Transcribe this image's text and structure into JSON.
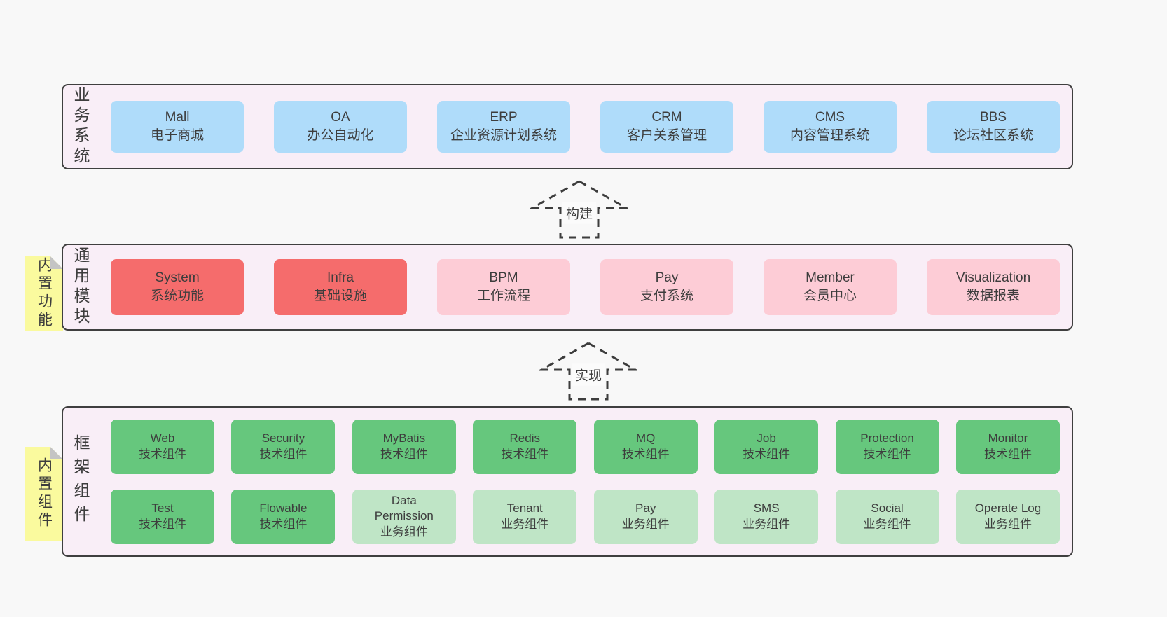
{
  "colors": {
    "page_bg": "#f8f8f8",
    "band_bg": "#f9eef7",
    "band_border": "#3f3f3f",
    "blue_box": "#afdcfa",
    "red_box": "#f56c6c",
    "pink_box": "#fdccd6",
    "green_dark_box": "#66c77d",
    "green_light_box": "#bfe5c6",
    "sticky_yellow": "#fafa9e",
    "sticky_fold": "#c4c4c4",
    "text": "#3d3d3d"
  },
  "band_business": {
    "label": "业务系统",
    "boxes": [
      {
        "title": "Mall",
        "subtitle": "电子商城"
      },
      {
        "title": "OA",
        "subtitle": "办公自动化"
      },
      {
        "title": "ERP",
        "subtitle": "企业资源计划系统"
      },
      {
        "title": "CRM",
        "subtitle": "客户关系管理"
      },
      {
        "title": "CMS",
        "subtitle": "内容管理系统"
      },
      {
        "title": "BBS",
        "subtitle": "论坛社区系统"
      }
    ]
  },
  "arrow_build": {
    "label": "构建"
  },
  "band_modules": {
    "label": "通用模块",
    "sticky": "内置功能",
    "boxes": [
      {
        "title": "System",
        "subtitle": "系统功能"
      },
      {
        "title": "Infra",
        "subtitle": "基础设施"
      },
      {
        "title": "BPM",
        "subtitle": "工作流程"
      },
      {
        "title": "Pay",
        "subtitle": "支付系统"
      },
      {
        "title": "Member",
        "subtitle": "会员中心"
      },
      {
        "title": "Visualization",
        "subtitle": "数据报表"
      }
    ]
  },
  "arrow_implement": {
    "label": "实现"
  },
  "band_framework": {
    "label": "框架组件",
    "sticky": "内置组件",
    "row1": [
      {
        "title": "Web",
        "subtitle": "技术组件"
      },
      {
        "title": "Security",
        "subtitle": "技术组件"
      },
      {
        "title": "MyBatis",
        "subtitle": "技术组件"
      },
      {
        "title": "Redis",
        "subtitle": "技术组件"
      },
      {
        "title": "MQ",
        "subtitle": "技术组件"
      },
      {
        "title": "Job",
        "subtitle": "技术组件"
      },
      {
        "title": "Protection",
        "subtitle": "技术组件"
      },
      {
        "title": "Monitor",
        "subtitle": "技术组件"
      }
    ],
    "row2": [
      {
        "title": "Test",
        "subtitle": "技术组件"
      },
      {
        "title": "Flowable",
        "subtitle": "技术组件"
      },
      {
        "title": "Data Permission",
        "subtitle": "业务组件"
      },
      {
        "title": "Tenant",
        "subtitle": "业务组件"
      },
      {
        "title": "Pay",
        "subtitle": "业务组件"
      },
      {
        "title": "SMS",
        "subtitle": "业务组件"
      },
      {
        "title": "Social",
        "subtitle": "业务组件"
      },
      {
        "title": "Operate Log",
        "subtitle": "业务组件"
      }
    ]
  }
}
